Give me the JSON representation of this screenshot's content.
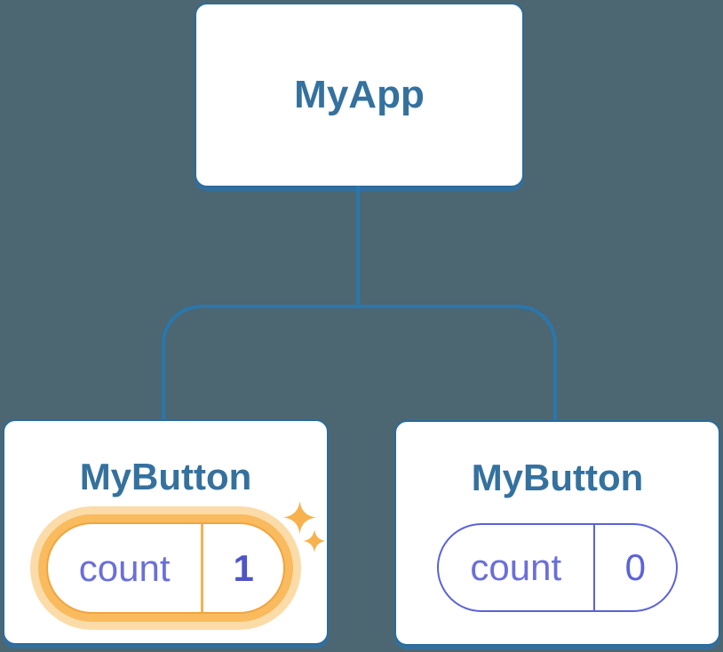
{
  "diagram": {
    "root": {
      "label": "MyApp"
    },
    "children": [
      {
        "label": "MyButton",
        "state_key": "count",
        "state_value": "1",
        "highlighted": true
      },
      {
        "label": "MyButton",
        "state_key": "count",
        "state_value": "0",
        "highlighted": false
      }
    ],
    "icons": {
      "sparkle_large": "sparkle-icon",
      "sparkle_small": "sparkle-icon"
    },
    "colors": {
      "background": "#4C6672",
      "card_fill": "#FFFFFF",
      "card_border": "#2B6B9B",
      "connector": "#2A77AC",
      "heading_text": "#34719E",
      "state_key_text": "#6A6FD8",
      "state_value_plain": "#5B62D9",
      "state_value_highlighted": "#4E55C9",
      "highlight_ring": "#F9BB5E",
      "highlight_halo": "#FBDCA9",
      "highlight_border": "#F0A440",
      "sparkle": "#F7B24E"
    }
  }
}
